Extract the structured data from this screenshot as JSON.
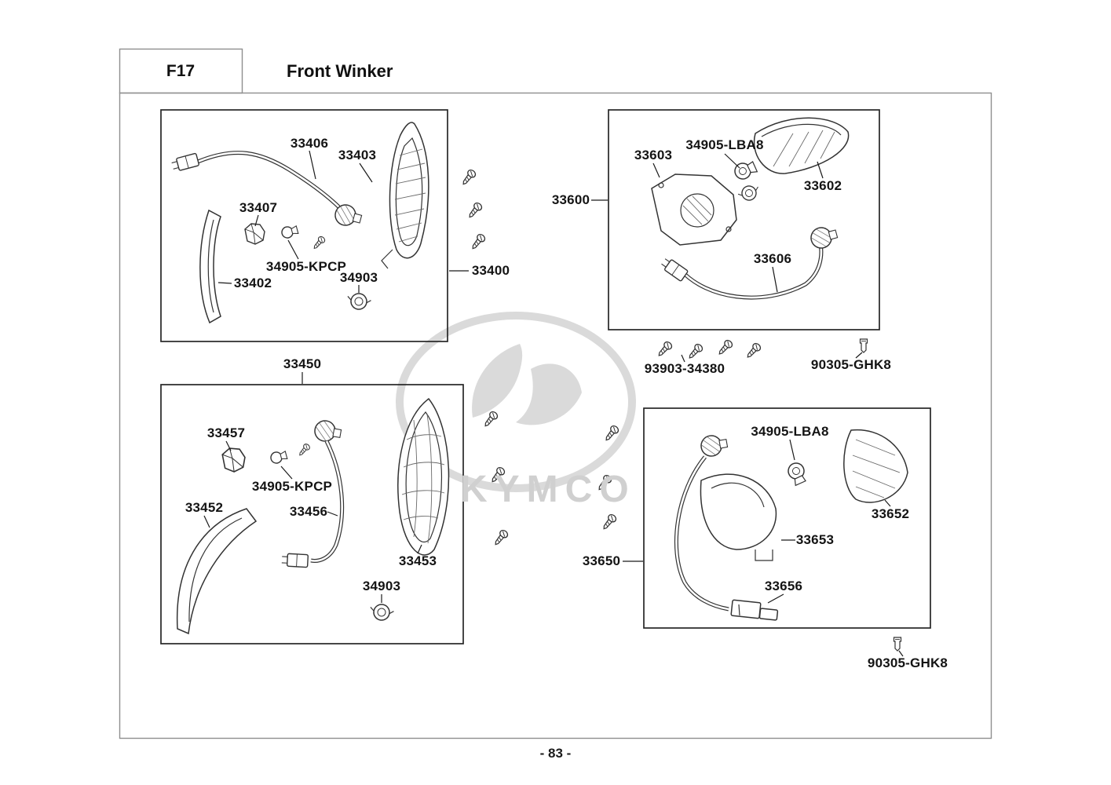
{
  "header": {
    "code": "F17",
    "title": "Front Winker"
  },
  "watermark": {
    "brand": "KYMCO"
  },
  "footer": {
    "page_number": "- 83 -"
  },
  "assemblies": [
    {
      "ref": "33400",
      "labels": [
        "33406",
        "33403",
        "33407",
        "34905-KPCP",
        "33402",
        "34903"
      ]
    },
    {
      "ref": "33600",
      "labels": [
        "33603",
        "34905-LBA8",
        "33602",
        "33606"
      ]
    },
    {
      "ref": "33450",
      "labels": [
        "33457",
        "34905-KPCP",
        "33452",
        "33456",
        "33453",
        "34903"
      ]
    },
    {
      "ref": "33650",
      "labels": [
        "34905-LBA8",
        "33652",
        "33653",
        "33656"
      ]
    }
  ],
  "fasteners": [
    {
      "label": "93903-34380"
    },
    {
      "label": "90305-GHK8"
    },
    {
      "label": "90305-GHK8"
    }
  ],
  "icons": {
    "fastener_screw": "screw-icon",
    "fastener_clip": "clip-nut-icon"
  }
}
